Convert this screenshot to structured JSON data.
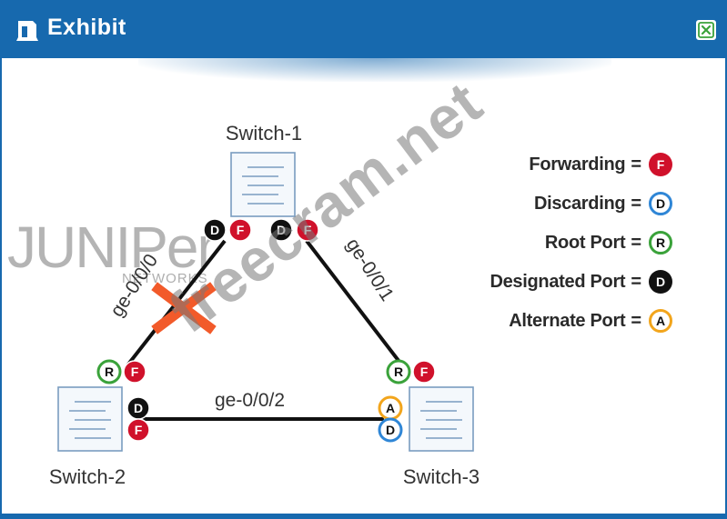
{
  "window": {
    "title": "Exhibit",
    "icon": "exhibit-icon",
    "close_icon": "close-icon",
    "accent_color": "#1769ae"
  },
  "diagram": {
    "switches": [
      {
        "id": "switch-1",
        "label": "Switch-1"
      },
      {
        "id": "switch-2",
        "label": "Switch-2"
      },
      {
        "id": "switch-3",
        "label": "Switch-3"
      }
    ],
    "links": [
      {
        "id": "link-s1-s2",
        "label": "ge-0/0/0",
        "state": "blocked"
      },
      {
        "id": "link-s1-s3",
        "label": "ge-0/0/1",
        "state": "active"
      },
      {
        "id": "link-s2-s3",
        "label": "ge-0/0/2",
        "state": "active"
      }
    ],
    "port_badges": {
      "s1_left_role": "D",
      "s1_left_state": "F",
      "s1_right_role": "D",
      "s1_right_state": "F",
      "s2_top_role": "R",
      "s2_top_state": "F",
      "s2_right_role": "D",
      "s2_right_state": "F",
      "s3_top_role": "R",
      "s3_top_state": "F",
      "s3_left_role": "A",
      "s3_left_state": "D"
    },
    "blocked_marker_color": "#f25a2a"
  },
  "legend": [
    {
      "label": "Forwarding",
      "eq": "=",
      "symbol": "F",
      "style": "forwarding"
    },
    {
      "label": "Discarding",
      "eq": "=",
      "symbol": "D",
      "style": "discarding"
    },
    {
      "label": "Root Port",
      "eq": "=",
      "symbol": "R",
      "style": "root"
    },
    {
      "label": "Designated Port",
      "eq": "=",
      "symbol": "D",
      "style": "designated"
    },
    {
      "label": "Alternate Port",
      "eq": "=",
      "symbol": "A",
      "style": "alternate"
    }
  ],
  "colors": {
    "forwarding": "#d0112b",
    "discarding": "#2f86d6",
    "root": "#3aa23a",
    "designated": "#111111",
    "alternate": "#f2a51c"
  },
  "watermarks": {
    "site": "freecram.net",
    "brand": "JUNIPer",
    "brand_sub": "NETWORKS"
  }
}
